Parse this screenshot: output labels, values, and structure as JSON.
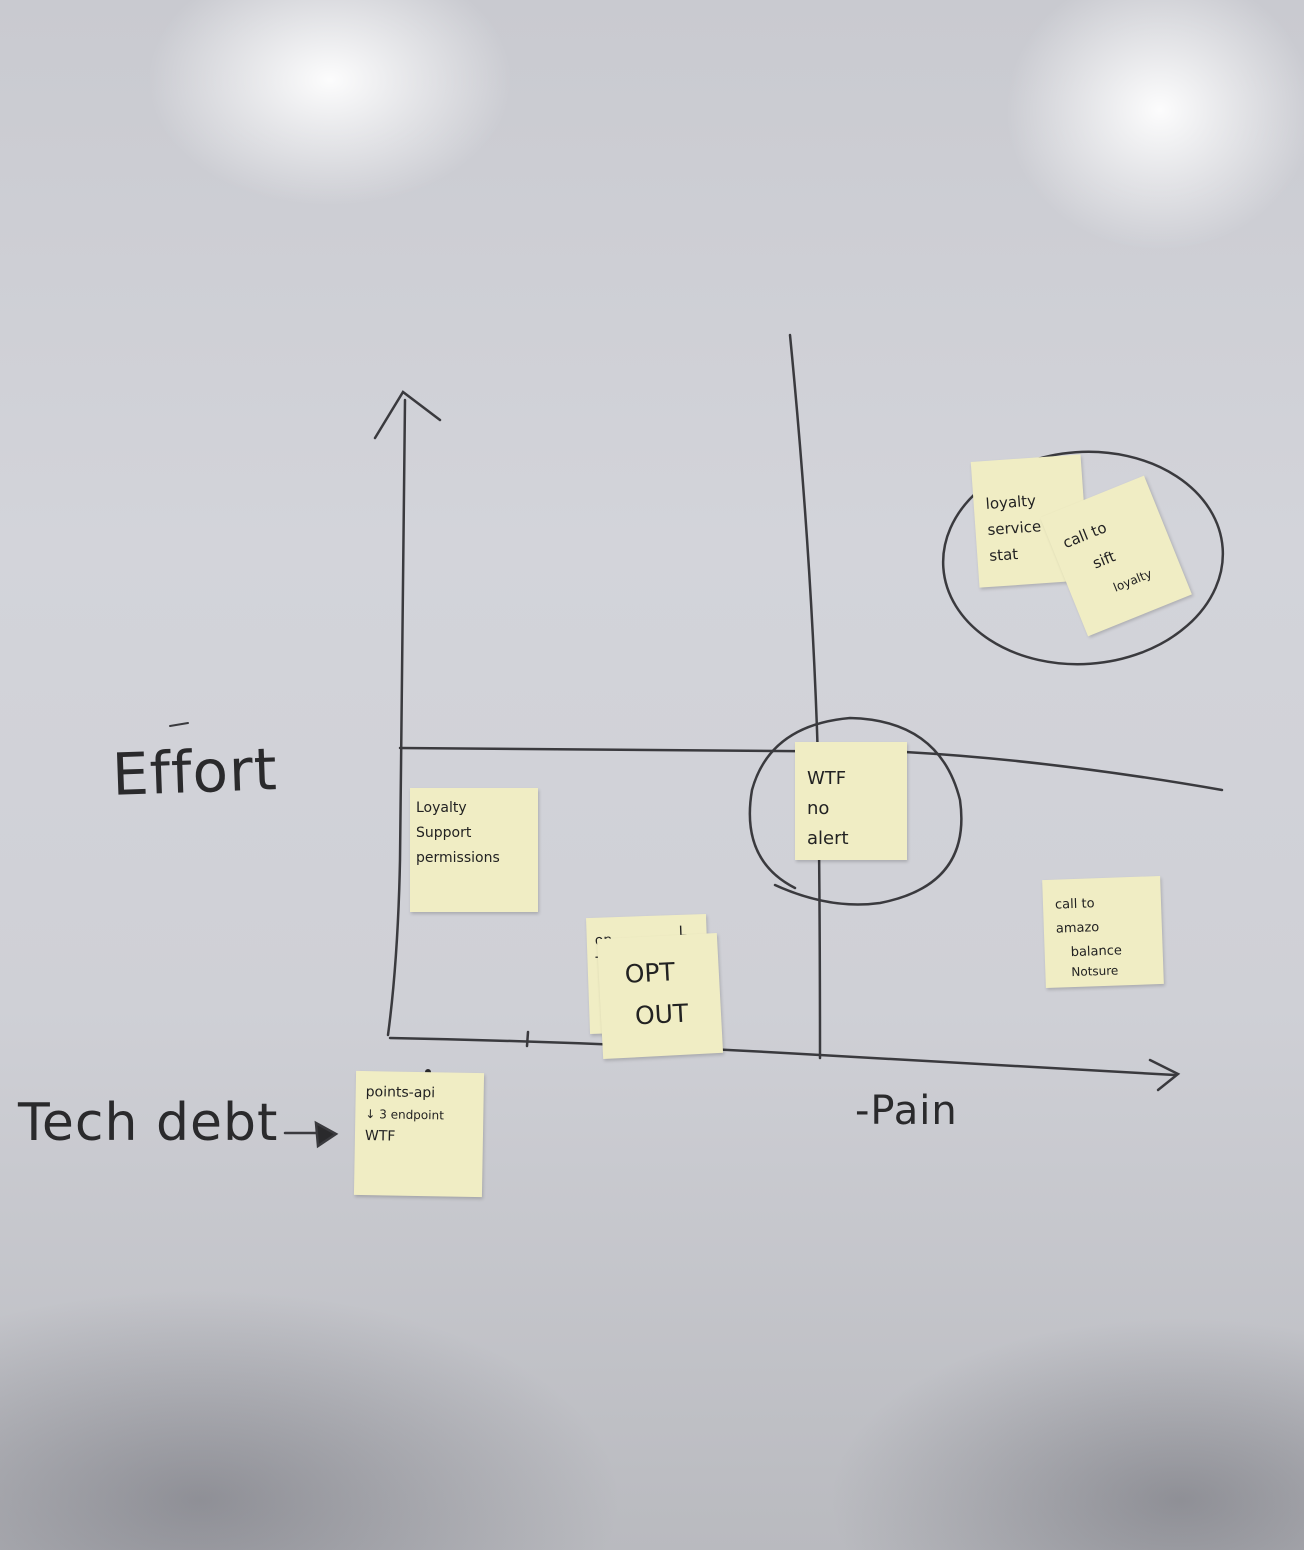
{
  "board": {
    "y_axis_label": "Effort",
    "x_axis_label": "-Pain",
    "side_label": "Tech debt"
  },
  "notes": {
    "loyalty_service": [
      "loyalty",
      "service",
      "stat"
    ],
    "call_sift": [
      "call to",
      "sift",
      "loyalty"
    ],
    "wtf_alert": [
      "WTF",
      "no",
      "alert"
    ],
    "loyalty_support": [
      "Loyalty",
      "Support",
      "permissions"
    ],
    "opt_back": [
      "op",
      "T",
      "L"
    ],
    "opt_out": [
      "OPT",
      "OUT"
    ],
    "call_amazo": [
      "call to",
      "amazo",
      "balance",
      "Notsure"
    ],
    "points_api": [
      "points-api",
      "↓ 3 endpoint",
      "WTF"
    ]
  },
  "colors": {
    "sticky_note": "#f0edc4",
    "marker": "#2a2a2c"
  }
}
